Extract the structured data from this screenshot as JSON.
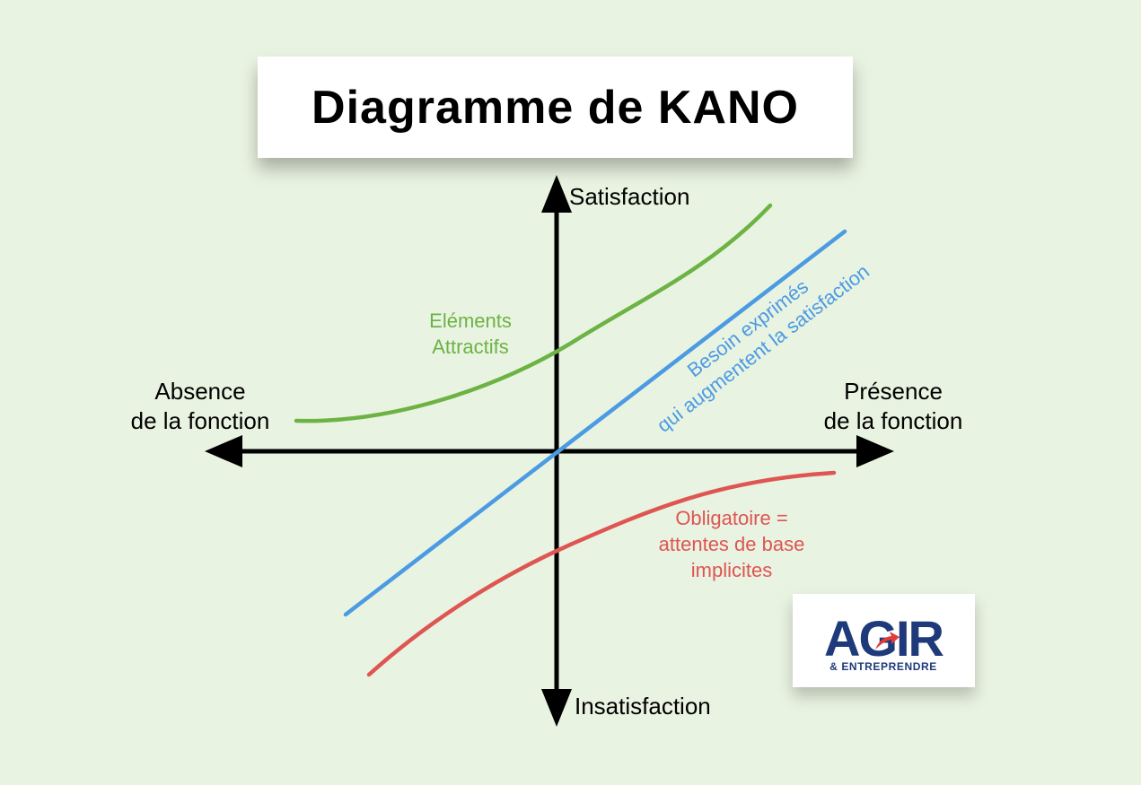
{
  "title": "Diagramme de KANO",
  "axes": {
    "top": "Satisfaction",
    "bottom": "Insatisfaction",
    "left_line1": "Absence",
    "left_line2": "de la fonction",
    "right_line1": "Présence",
    "right_line2": "de la fonction"
  },
  "curves": {
    "attractive": {
      "line1": "Eléments",
      "line2": "Attractifs",
      "color": "#6cb344"
    },
    "performance": {
      "line1": "Besoin exprimés",
      "line2": "qui augmentent la satisfaction",
      "color": "#4b9be3"
    },
    "mandatory": {
      "line1": "Obligatoire =",
      "line2": "attentes de base",
      "line3": "implicites",
      "color": "#de5552"
    }
  },
  "logo": {
    "brand": "AGIR",
    "sub": "& ENTREPRENDRE",
    "primary_color": "#1f3a7a",
    "accent_color": "#e23b3b"
  }
}
